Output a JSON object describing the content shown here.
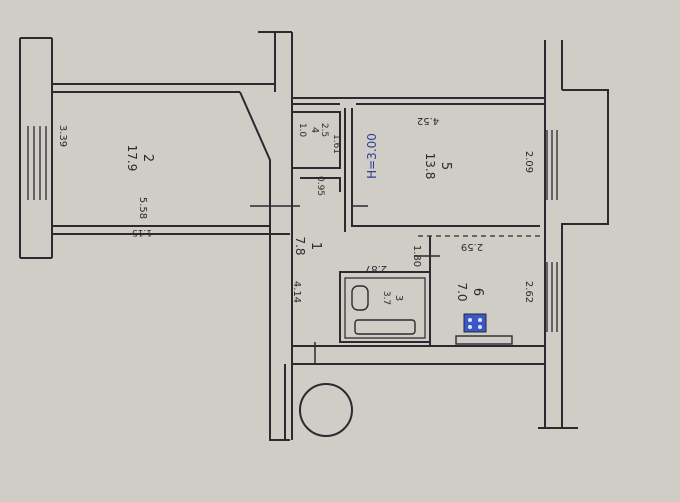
{
  "rooms": [
    {
      "id": "room-2",
      "number": "2",
      "area": "17.9"
    },
    {
      "id": "room-5",
      "number": "5",
      "area": "13.8"
    },
    {
      "id": "room-1",
      "number": "1",
      "area": "7.8"
    },
    {
      "id": "room-6",
      "number": "6",
      "area": "7.0"
    },
    {
      "id": "room-3",
      "number": "3",
      "area": "3.7"
    },
    {
      "id": "room-4",
      "number": "4",
      "area": "1.0"
    }
  ],
  "dimensions": {
    "d339": "3.39",
    "d558": "5.58",
    "d452": "4.52",
    "d209": "2.09",
    "d262": "2.62",
    "d414": "4.14",
    "d259": "2.59",
    "d180": "1.80",
    "d287": "2.87",
    "d161": "1.61",
    "d25": "2.5",
    "d95": "0.95",
    "d115": "1.15"
  },
  "height_label": "H=3.00",
  "colors": {
    "ink": "#2a2a30",
    "paper": "#cfcdc6",
    "blue": "#2c3f9a"
  }
}
